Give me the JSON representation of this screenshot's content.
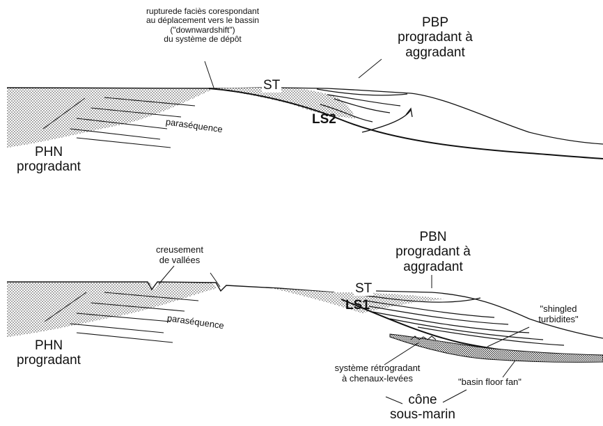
{
  "top": {
    "rupture_lines": [
      "rupturede faciès corespondant",
      "au déplacement vers le bassin",
      "(\"downwardshift\")",
      "du système de dépôt"
    ],
    "pbp_lines": [
      "PBP",
      "progradant à",
      "aggradant"
    ],
    "st": "ST",
    "ls": "LS2",
    "parasequence": "paraséquence",
    "phn_lines": [
      "PHN",
      "progradant"
    ]
  },
  "bottom": {
    "creusement_lines": [
      "creusement",
      "de vallées"
    ],
    "pbn_lines": [
      "PBN",
      "progradant à",
      "aggradant"
    ],
    "st": "ST",
    "ls": "LS1",
    "parasequence": "paraséquence",
    "phn_lines": [
      "PHN",
      "progradant"
    ],
    "shingled_lines": [
      "\"shingled",
      "turbidites\""
    ],
    "systeme_lines": [
      "système rétrogradant",
      "à chenaux-levées"
    ],
    "basin_floor": "\"basin floor fan\"",
    "cone_lines": [
      "cône",
      "sous-marin"
    ]
  }
}
